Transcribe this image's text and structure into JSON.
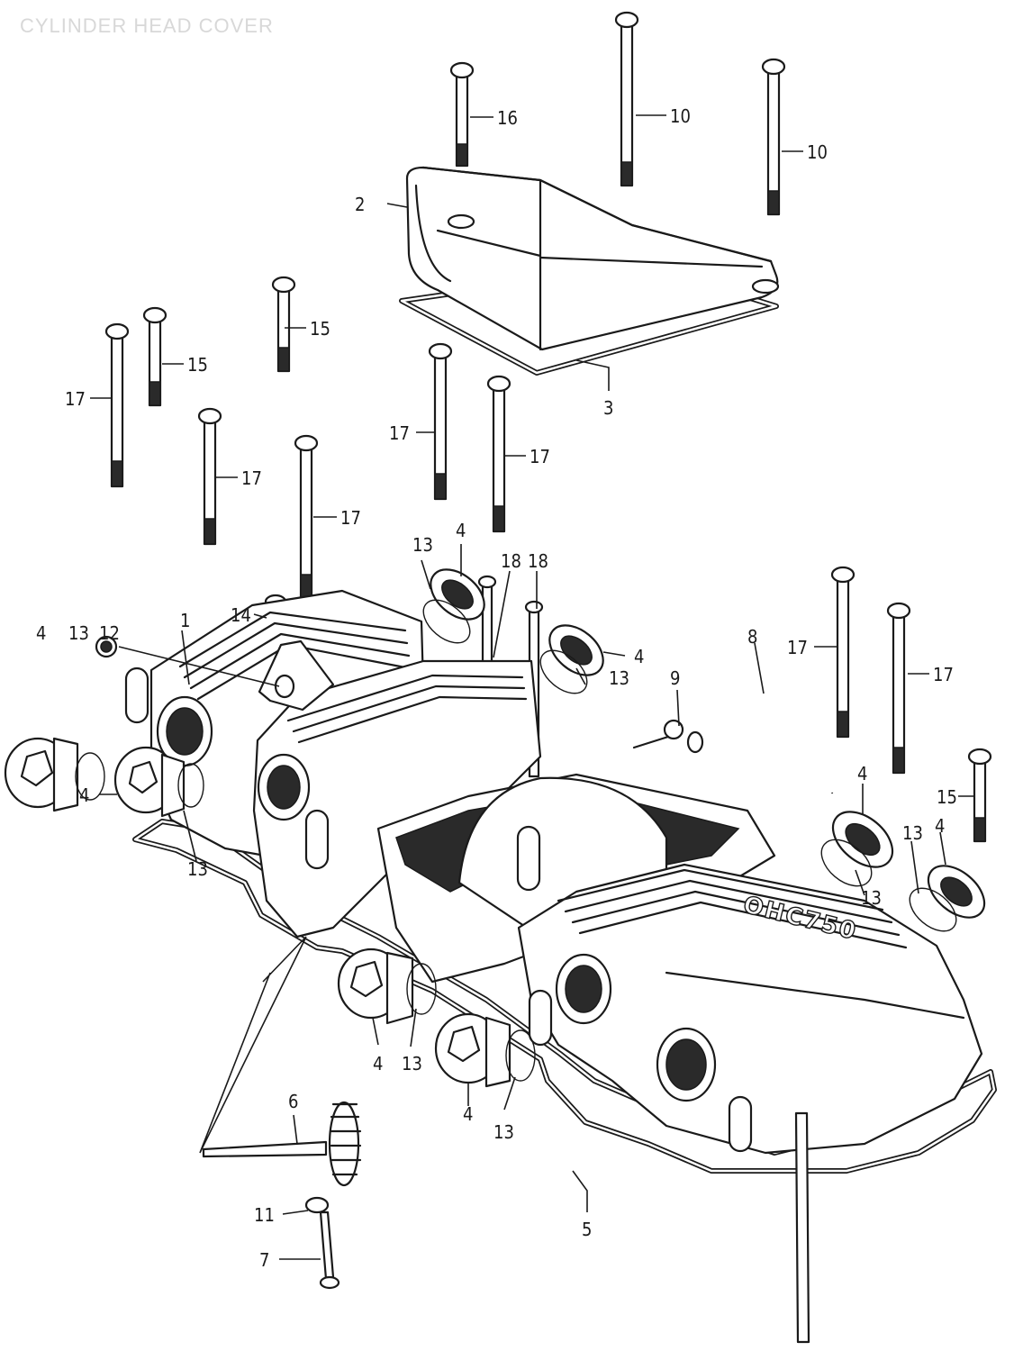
{
  "title": "CYLINDER HEAD COVER",
  "cover_text": "OHC750",
  "callouts": [
    {
      "num": "1"
    },
    {
      "num": "2"
    },
    {
      "num": "3"
    },
    {
      "num": "4"
    },
    {
      "num": "5"
    },
    {
      "num": "6"
    },
    {
      "num": "7"
    },
    {
      "num": "8"
    },
    {
      "num": "9"
    },
    {
      "num": "10"
    },
    {
      "num": "11"
    },
    {
      "num": "12"
    },
    {
      "num": "13"
    },
    {
      "num": "14"
    },
    {
      "num": "15"
    },
    {
      "num": "16"
    },
    {
      "num": "17"
    },
    {
      "num": "18"
    }
  ]
}
